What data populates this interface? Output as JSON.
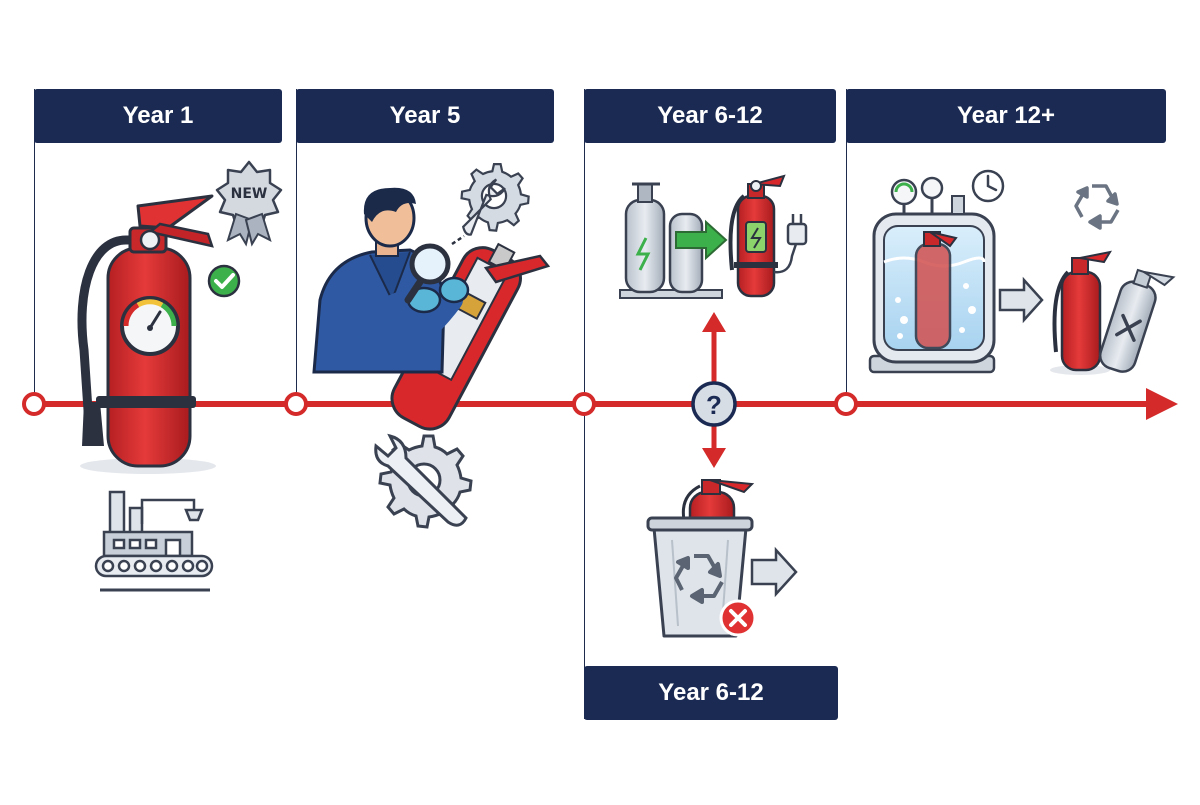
{
  "stages": [
    {
      "label": "Year 1"
    },
    {
      "label": "Year 5"
    },
    {
      "label": "Year 6-12"
    },
    {
      "label": "Year 12+"
    }
  ],
  "lower_stage": {
    "label": "Year 6-12"
  },
  "badges": {
    "new": "NEW",
    "question": "?"
  },
  "colors": {
    "navy": "#1a2a52",
    "timeline_red": "#d42a2a",
    "extinguisher_red": "#d8282c",
    "green_check": "#3cb04a",
    "gray": "#8a94a2"
  },
  "icons": [
    "fire-extinguisher-icon",
    "new-badge-icon",
    "check-icon",
    "factory-icon",
    "technician-icon",
    "magnifier-icon",
    "gear-wrench-icon",
    "gas-cylinder-icon",
    "plug-icon",
    "recycle-icon",
    "trash-bin-icon",
    "pressure-tank-icon",
    "clock-icon",
    "cross-icon"
  ]
}
